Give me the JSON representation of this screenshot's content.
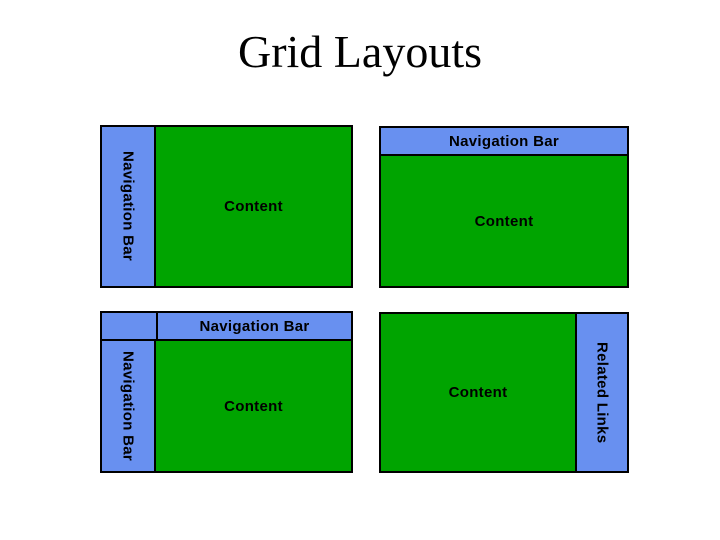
{
  "title": "Grid Layouts",
  "colors": {
    "background": "#FFFFFF",
    "nav_bar": "#6890F0",
    "content": "#00A400",
    "border": "#000000",
    "text": "#000000"
  },
  "layouts": [
    {
      "id": "left-nav-layout",
      "nav_label": "Navigation Bar",
      "content_label": "Content"
    },
    {
      "id": "top-nav-layout",
      "nav_label": "Navigation Bar",
      "content_label": "Content"
    },
    {
      "id": "top-and-left-nav-layout",
      "top_nav_label": "Navigation Bar",
      "left_nav_label": "Navigation Bar",
      "content_label": "Content"
    },
    {
      "id": "right-links-layout",
      "nav_label": "Related Links",
      "content_label": "Content"
    }
  ]
}
